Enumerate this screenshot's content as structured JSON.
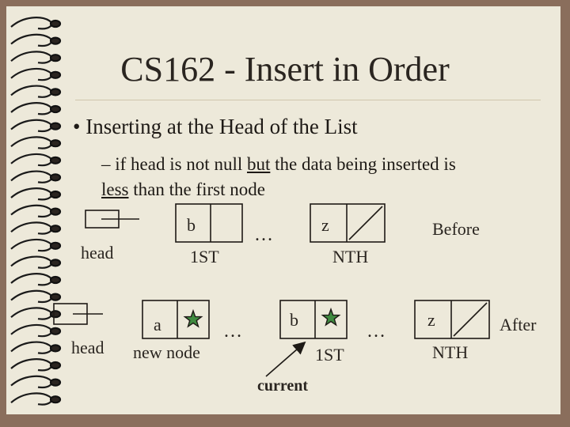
{
  "slide": {
    "title": "CS162 - Insert in Order",
    "bullet": "• Inserting at the Head of the List",
    "sub": {
      "dash": "–",
      "t1": " if head is not null ",
      "u1": "but",
      "t2": " the data being inserted is ",
      "u2": "less",
      "t3": " than the first node"
    }
  },
  "before": {
    "head_label": "head",
    "node1_value": "b",
    "node1_label": "1ST",
    "ellipsis": "…",
    "node2_value": "z",
    "node2_label": "NTH",
    "caption": "Before"
  },
  "after": {
    "head_label": "head",
    "new_value": "a",
    "new_label": "new node",
    "ellipsis1": "…",
    "node1_value": "b",
    "node1_label": "1ST",
    "ellipsis2": "…",
    "node2_value": "z",
    "node2_label": "NTH",
    "caption": "After",
    "current_label": "current"
  },
  "icons": {
    "star": "star-icon",
    "spiral": "spiral-binding-icon"
  },
  "colors": {
    "frame": "#8a6e5c",
    "slide": "#ede9da",
    "star": "#3f8a3f",
    "ink": "#1e1a16"
  }
}
